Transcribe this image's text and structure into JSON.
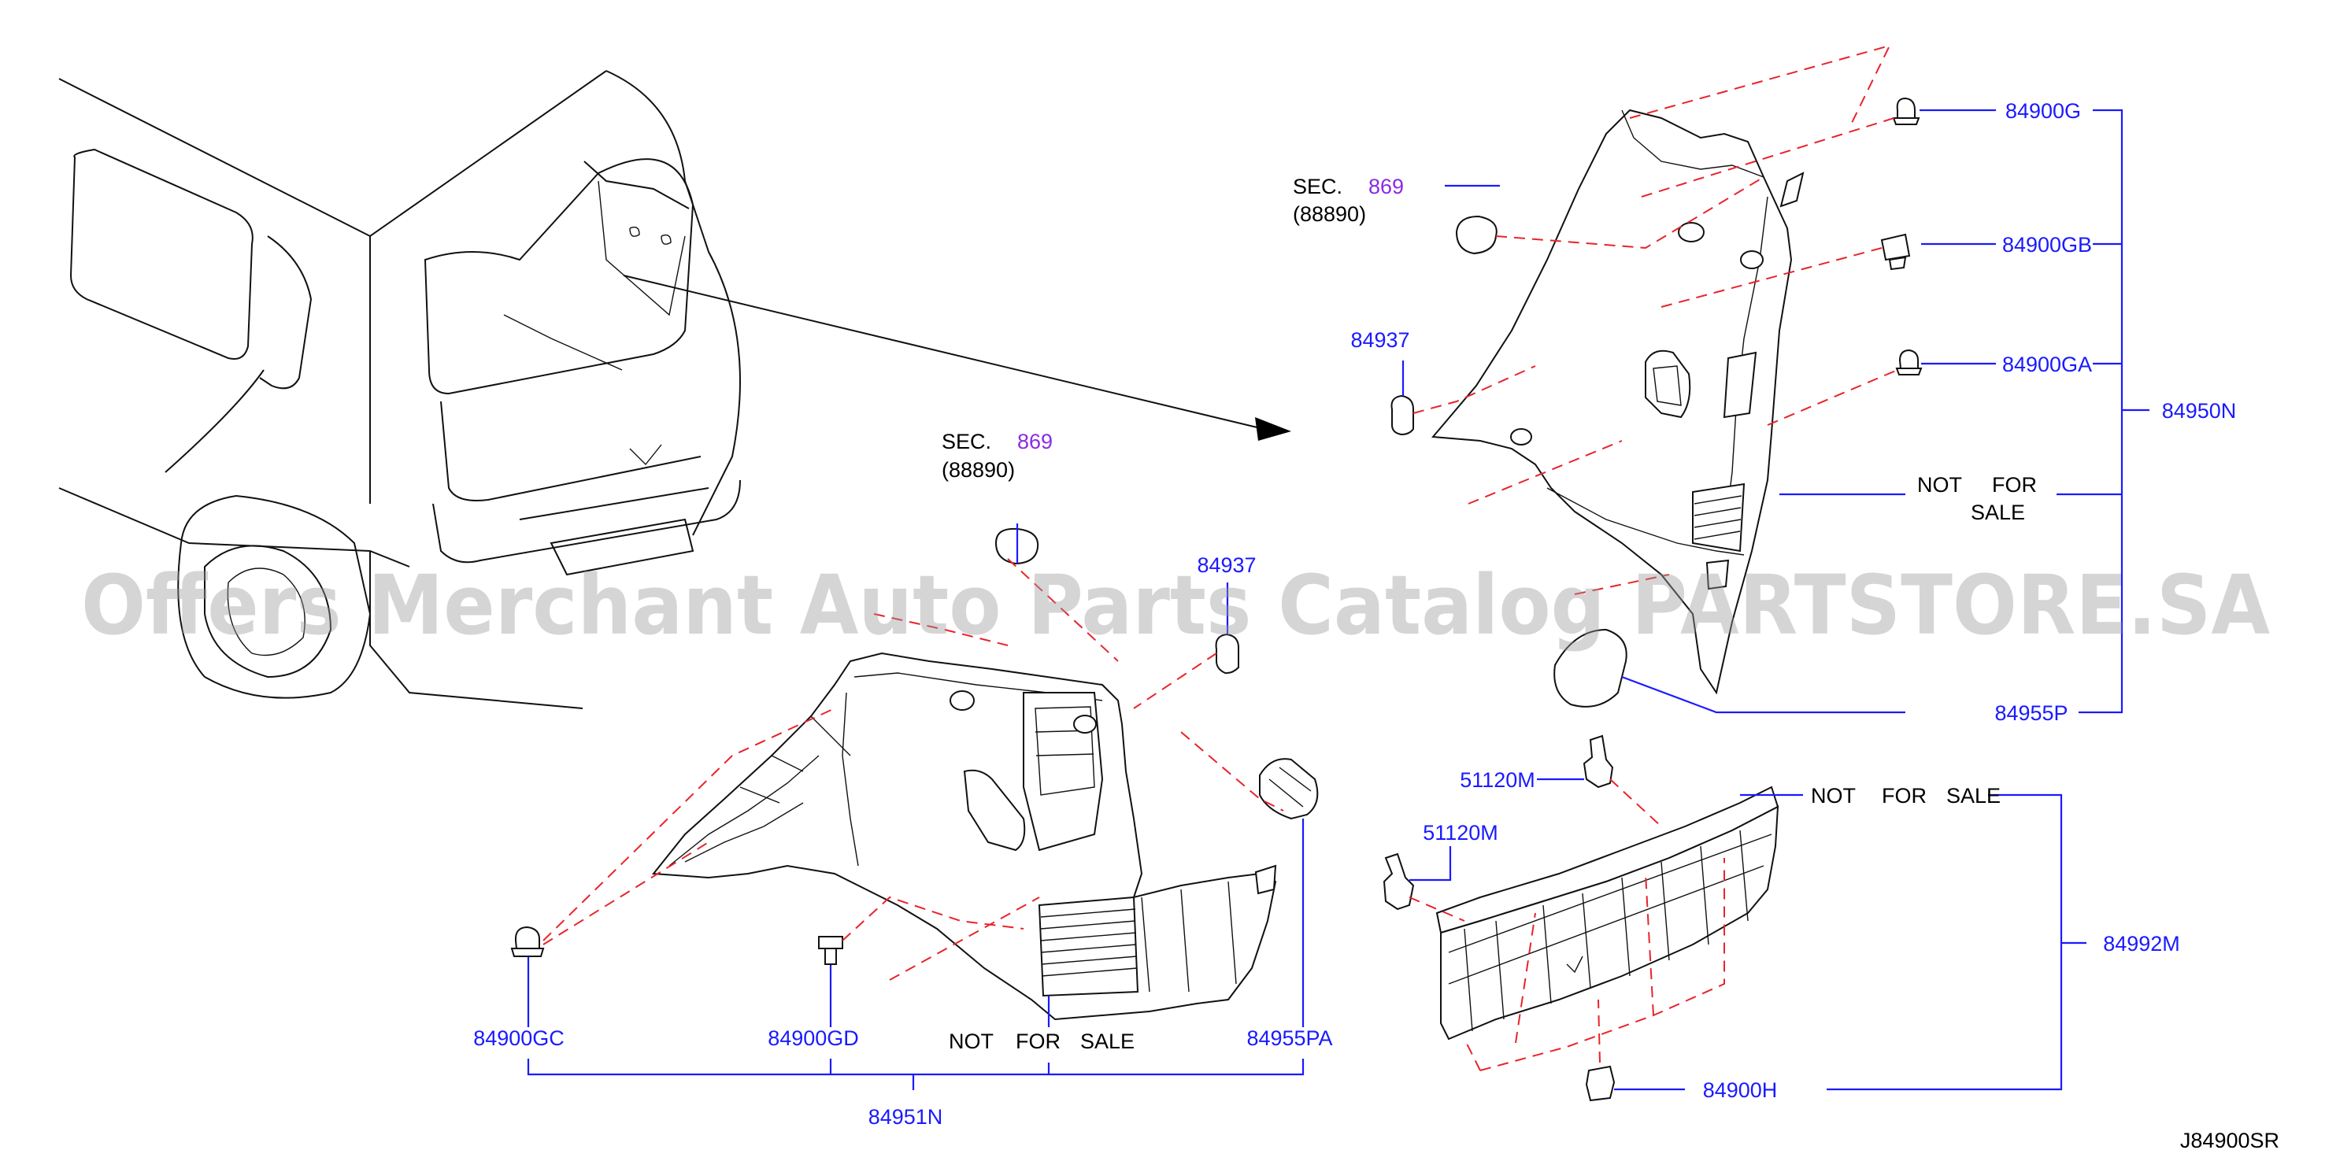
{
  "diagram": {
    "code": "J84900SR",
    "watermark": "Offers Merchant Auto Parts Catalog PARTSTORE.SA",
    "colors": {
      "part_number": "#1a1aff",
      "section_ref": "#8b2be2",
      "assembly_line": "#e8242a",
      "leader": "#1a1aff"
    },
    "top_right_group": {
      "sec_prefix": "SEC.",
      "sec_number": "869",
      "sec_sub": "(88890)",
      "p84937": "84937",
      "p84900G": "84900G",
      "p84900GB": "84900GB",
      "p84900GA": "84900GA",
      "assembly": "84950N",
      "nfs": {
        "w1": "NOT",
        "w2": "FOR",
        "w3": "SALE"
      },
      "p84955P": "84955P"
    },
    "left_group": {
      "sec_prefix": "SEC.",
      "sec_number": "869",
      "sec_sub": "(88890)",
      "p84937": "84937",
      "p84900GC": "84900GC",
      "p84900GD": "84900GD",
      "nfs": {
        "w1": "NOT",
        "w2": "FOR",
        "w3": "SALE"
      },
      "p84955PA": "84955PA",
      "assembly": "84951N"
    },
    "bottom_right_group": {
      "p51120M_a": "51120M",
      "p51120M_b": "51120M",
      "nfs": {
        "w1": "NOT",
        "w2": "FOR",
        "w3": "SALE"
      },
      "assembly": "84992M",
      "p84900H": "84900H"
    }
  }
}
